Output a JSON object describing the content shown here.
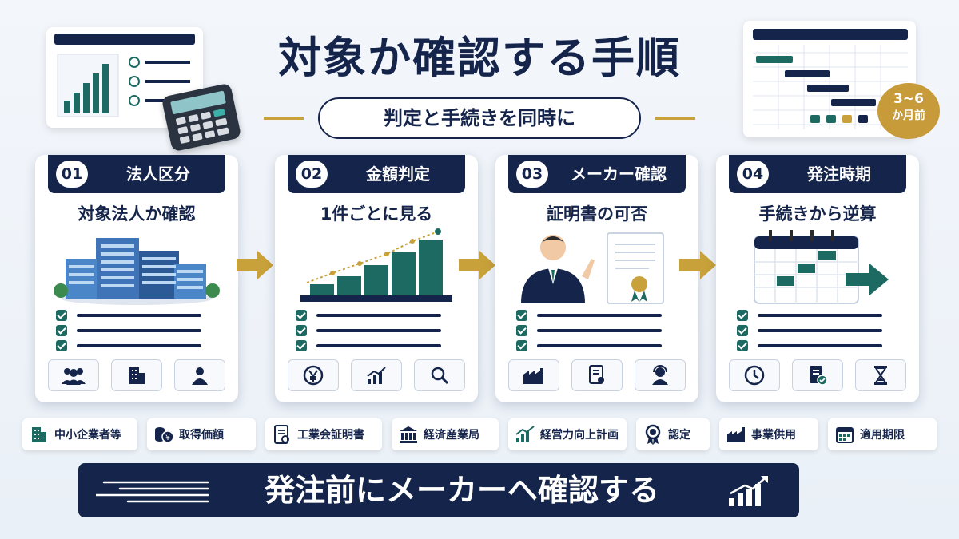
{
  "title": "対象か確認する手順",
  "subtitle": "判定と手続きを同時に",
  "badge": {
    "line1": "3~6",
    "line2": "か月前"
  },
  "steps": [
    {
      "num": "01",
      "title": "法人区分",
      "sub": "対象法人か確認",
      "icons": [
        "people-icon",
        "office-building-icon",
        "person-icon"
      ]
    },
    {
      "num": "02",
      "title": "金額判定",
      "sub": "1件ごとに見る",
      "icons": [
        "yen-coin-icon",
        "bar-chart-icon",
        "magnifier-icon"
      ]
    },
    {
      "num": "03",
      "title": "メーカー確認",
      "sub": "証明書の可否",
      "icons": [
        "factory-icon",
        "certificate-doc-icon",
        "headset-person-icon"
      ]
    },
    {
      "num": "04",
      "title": "発注時期",
      "sub": "手続きから逆算",
      "icons": [
        "clock-icon",
        "checked-doc-icon",
        "hourglass-icon"
      ]
    }
  ],
  "tags": [
    {
      "label": "中小企業者等",
      "icon": "building-icon"
    },
    {
      "label": "取得価額",
      "icon": "coins-icon"
    },
    {
      "label": "工業会証明書",
      "icon": "certificate-icon"
    },
    {
      "label": "経済産業局",
      "icon": "government-icon"
    },
    {
      "label": "経営力向上計画",
      "icon": "growth-chart-icon"
    },
    {
      "label": "認定",
      "icon": "award-icon"
    },
    {
      "label": "事業供用",
      "icon": "factory-icon"
    },
    {
      "label": "適用期限",
      "icon": "calendar-icon"
    }
  ],
  "banner": {
    "text": "発注前にメーカーへ確認する"
  },
  "colors": {
    "navy": "#15244a",
    "teal": "#1d6a63",
    "gold": "#c8a13a"
  }
}
